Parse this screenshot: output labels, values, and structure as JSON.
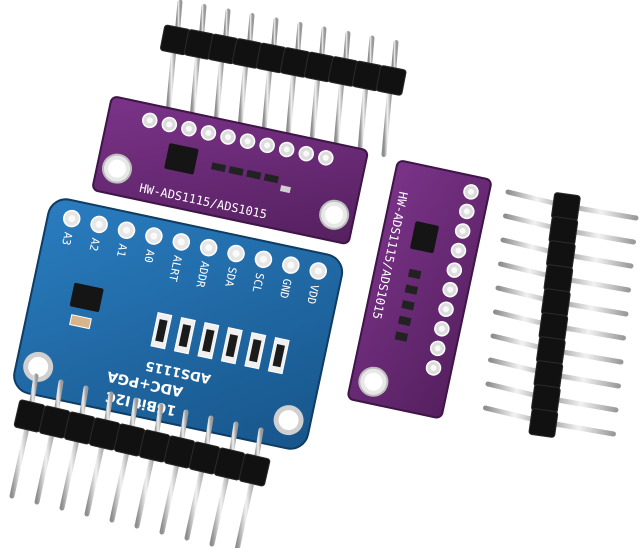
{
  "colors": {
    "blue_pcb": "#1f6aa6",
    "purple_pcb": "#6a2a78",
    "pin_metal": "#c9c9c9",
    "header_plastic": "#111111",
    "silkscreen": "#ffffff",
    "pad_silver": "#d9d9d9"
  },
  "blue_board": {
    "pin_labels": [
      "A3",
      "A2",
      "A1",
      "A0",
      "ALRT",
      "ADDR",
      "SDA",
      "SCL",
      "GND",
      "VDD"
    ],
    "title_line1": "ADC+PGA",
    "title_line2": "16Bit I2C",
    "part_number": "ADS1115"
  },
  "purple_board_top": {
    "label": "HW-ADS1115/ADS1015"
  },
  "purple_board_right": {
    "label": "HW-ADS1115/ADS1015"
  },
  "headers": [
    {
      "name": "top-header",
      "pins": 10
    },
    {
      "name": "right-header",
      "pins": 10
    },
    {
      "name": "bottom-header",
      "pins": 10
    }
  ]
}
